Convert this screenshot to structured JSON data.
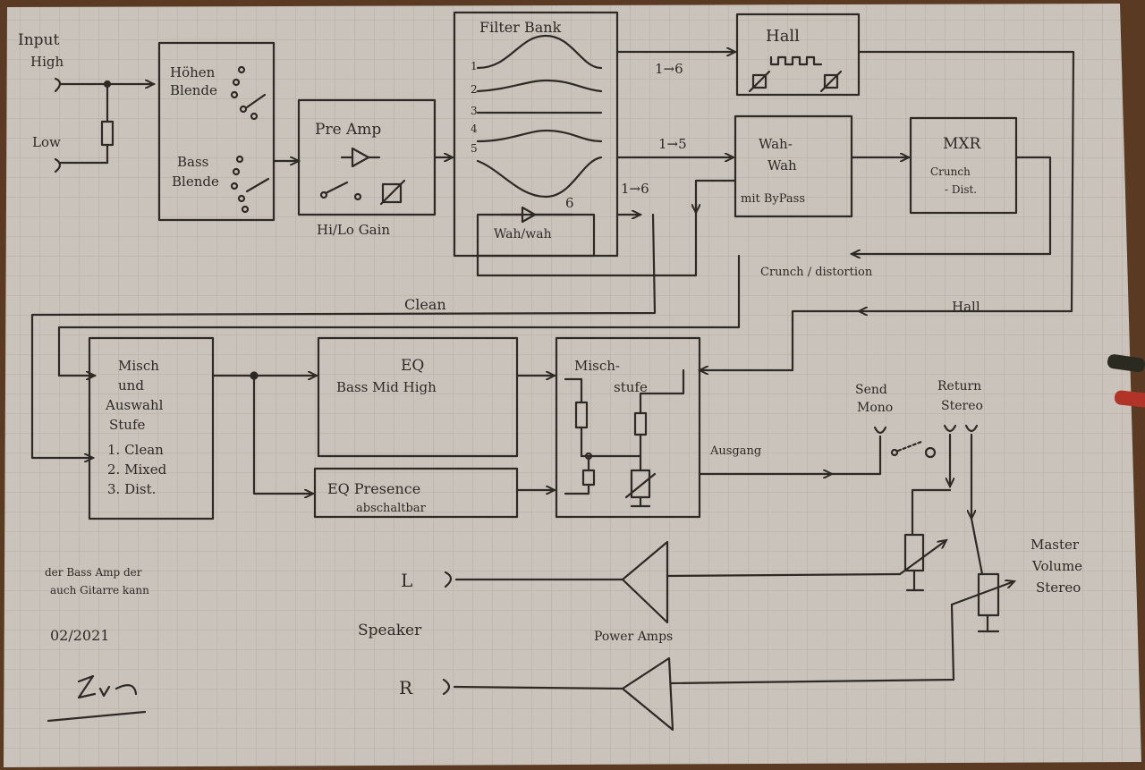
{
  "input": {
    "title": "Input",
    "high": "High",
    "low": "Low"
  },
  "blend": {
    "hoehen": "Höhen",
    "blende1": "Blende",
    "bass": "Bass",
    "blende2": "Blende"
  },
  "preamp": {
    "title": "Pre Amp",
    "gain": "Hi/Lo Gain"
  },
  "filterbank": {
    "title": "Filter Bank",
    "numbers": [
      "1",
      "2",
      "3",
      "4",
      "5",
      "6"
    ],
    "wah_label": "Wah/wah"
  },
  "routes": {
    "r1": "1→6",
    "r2": "1→5",
    "r3": "1→6"
  },
  "hall": {
    "title": "Hall"
  },
  "wah": {
    "line1": "Wah-",
    "line2": "Wah",
    "line3": "mit ByPass"
  },
  "mxr": {
    "title": "MXR",
    "line2": "Crunch",
    "line3": "- Dist."
  },
  "signals": {
    "crunch": "Crunch / distortion",
    "hall": "Hall",
    "clean": "Clean",
    "ausgang": "Ausgang"
  },
  "misch": {
    "lines": [
      "Misch",
      "und",
      "Auswahl",
      "Stufe",
      "1. Clean",
      "2. Mixed",
      "3. Dist."
    ]
  },
  "eq": {
    "title": "EQ",
    "bands": "Bass Mid High"
  },
  "eq_presence": {
    "title": "EQ Presence",
    "sub": "abschaltbar"
  },
  "mischstufe": {
    "line1": "Misch-",
    "line2": "stufe"
  },
  "send": {
    "line1": "Send",
    "line2": "Mono"
  },
  "ret": {
    "line1": "Return",
    "line2": "Stereo"
  },
  "master": {
    "line1": "Master",
    "line2": "Volume",
    "line3": "Stereo"
  },
  "speaker": {
    "label": "Speaker",
    "left": "L",
    "right": "R"
  },
  "poweramp": {
    "label": "Power Amps"
  },
  "footer": {
    "desc1": "der Bass Amp der",
    "desc2": "auch Gitarre kann",
    "date": "02/2021"
  }
}
